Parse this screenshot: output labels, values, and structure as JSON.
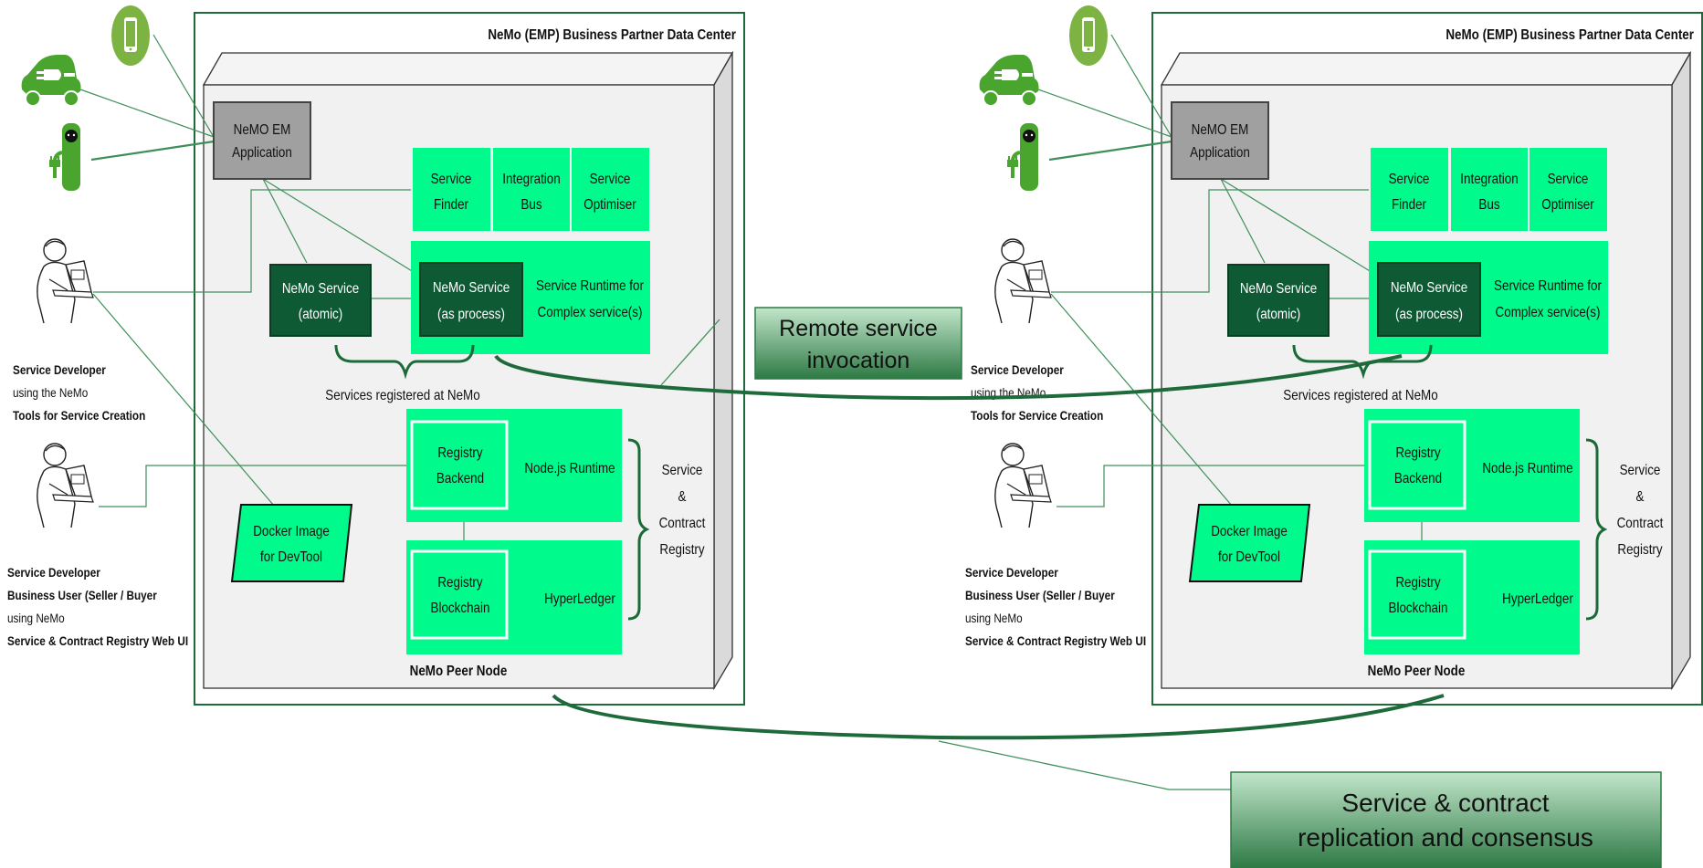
{
  "colors": {
    "accent_green": "#00fa8c",
    "dark_green": "#0e5a34",
    "frame_green": "#1e6a3a",
    "connector_green": "#3f8f5a",
    "app_grey": "#a0a0a0",
    "callout_top": "#c2e6cb",
    "callout_bottom": "#2e7a45"
  },
  "center": {
    "data_center_label": "NeMo (EMP) Business Partner Data Center",
    "em_app": [
      "NeMO EM",
      "Application"
    ],
    "service_finder": [
      "Service",
      "Finder"
    ],
    "integration_bus": [
      "Integration",
      "Bus"
    ],
    "service_optimiser": [
      "Service",
      "Optimiser"
    ],
    "nemo_atomic": [
      "NeMo Service",
      "(atomic)"
    ],
    "nemo_process": [
      "NeMo Service",
      "(as process)"
    ],
    "runtime_label": [
      "Service Runtime for",
      "Complex service(s)"
    ],
    "services_registered": "Services registered at NeMo",
    "registry_backend": [
      "Registry",
      "Backend"
    ],
    "nodejs_runtime": "Node.js Runtime",
    "registry_blockchain": [
      "Registry",
      "Blockchain"
    ],
    "hyperledger": "HyperLedger",
    "service_contract_registry": [
      "Service",
      "&",
      "Contract",
      "Registry"
    ],
    "docker_image": [
      "Docker Image",
      "for DevTool"
    ],
    "peer_node": "NeMo Peer Node"
  },
  "actors": {
    "developer_1": [
      "Service Developer",
      "using the NeMo",
      "Tools  for Service Creation"
    ],
    "developer_2": [
      "Service Developer",
      "Business User (Seller / Buyer",
      "using NeMo",
      "Service & Contract Registry Web UI"
    ]
  },
  "callouts": {
    "remote_invocation": [
      "Remote service",
      "invocation"
    ],
    "replication": [
      "Service & contract",
      "replication and consensus"
    ]
  },
  "icons": {
    "phone": "smartphone-icon",
    "car": "electric-car-icon",
    "charger": "charging-station-icon",
    "person": "developer-with-laptop-icon"
  }
}
